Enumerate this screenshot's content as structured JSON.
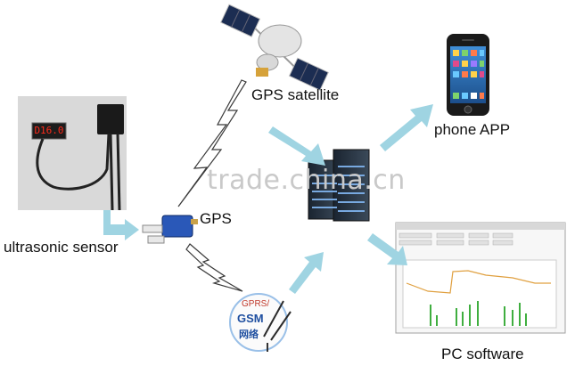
{
  "labels": {
    "gps_satellite": "GPS satellite",
    "phone_app": "phone APP",
    "gps": "GPS",
    "ultrasonic_sensor": "ultrasonic sensor",
    "pc_software": "PC software",
    "gprs": "GPRS/",
    "gsm": "GSM",
    "network_cn": "网络"
  },
  "sensor_display": "D16.0",
  "watermark": "trade.china.cn",
  "colors": {
    "arrow": "#9fd4e2",
    "lightning": "#ffffff",
    "chart_line": "#e0a040",
    "chart_spikes": "#3fae3f",
    "led": "#ff2a1a"
  }
}
